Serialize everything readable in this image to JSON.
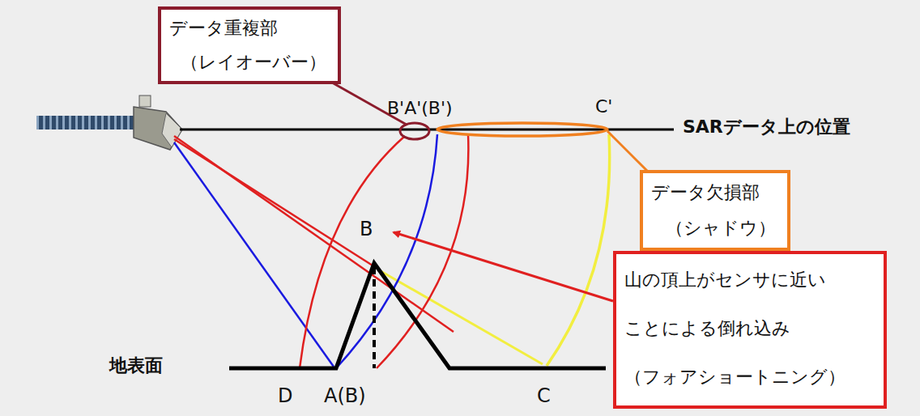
{
  "diagram": {
    "nodes": [
      {
        "text": [
          "データ重複部",
          "（レイオーバー）"
        ]
      },
      {
        "text": [
          "データ欠損部",
          "（シャドウ）"
        ]
      },
      {
        "text": [
          "山の頂上がセンサに近い",
          "ことによる倒れ込み",
          "（フォアショートニング）"
        ]
      }
    ],
    "labels": [
      "B'A'(B')",
      "C'",
      "SARデータ上の位置",
      "B",
      "地表面",
      "D",
      "A(B)",
      "C"
    ]
  }
}
